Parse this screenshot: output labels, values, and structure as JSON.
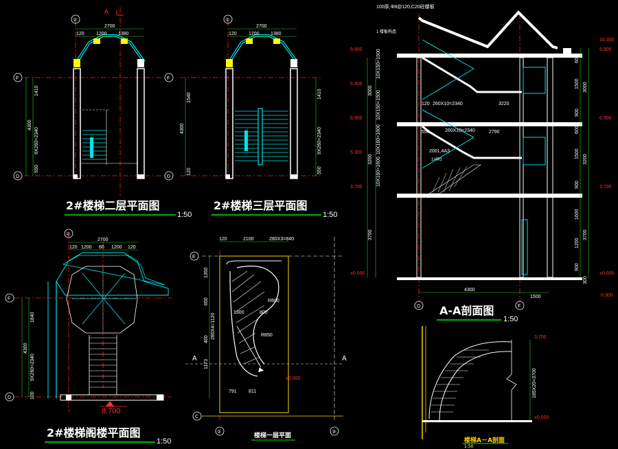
{
  "colors": {
    "background": "#000000",
    "wall": "#ffffff",
    "stair": "#00e5e5",
    "axis": "#ff2020",
    "dim": "#20d020",
    "hatch": "#ffd400",
    "level": "#ff3030",
    "underline": "#00a000"
  },
  "plans": {
    "p2": {
      "title": "2#楼梯二层平面图",
      "scale": "1:50",
      "axis_top": "②",
      "axis_F": "F",
      "axis_D": "D",
      "section": "A",
      "dims_top": [
        "2700",
        "120",
        "1200",
        "1380"
      ],
      "dims_left": [
        "1410",
        "4300",
        "9X260=2340",
        "550"
      ]
    },
    "p3": {
      "title": "2#楼梯三层平面图",
      "scale": "1:50",
      "axis_top": "②",
      "axis_F": "F",
      "axis_D": "D",
      "dims_top": [
        "2700",
        "120",
        "1200",
        "1380"
      ],
      "dims_left": [
        "1540",
        "4300",
        "120"
      ],
      "dims_right": [
        "1410",
        "9X260=2340",
        "550"
      ]
    },
    "attic": {
      "title": "2#楼梯阁楼平面图",
      "scale": "1:50",
      "axis_top": "②",
      "axis_F": "F",
      "axis_D": "D",
      "level": "8.700",
      "dims_top": [
        "2700",
        "120",
        "1200",
        "60",
        "1200",
        "120"
      ],
      "dims_left": [
        "1840",
        "4300",
        "9X260=2340",
        "100"
      ]
    },
    "first": {
      "title": "楼梯一层平面",
      "axis_E": "E",
      "axis_C": "C",
      "axis_2": "②",
      "axis_3": "③",
      "section": "A",
      "level": "±0.000",
      "dims_top": [
        "120",
        "2100",
        "280X3=840"
      ],
      "dims_left": [
        "1350",
        "650",
        "460",
        "280X4=1120",
        "1173"
      ],
      "dims_inner": [
        "1300",
        "800",
        "791",
        "811",
        "R800",
        "R850"
      ]
    }
  },
  "section_aa": {
    "title": "A-A剖面图",
    "scale": "1:50",
    "axis_D": "D",
    "axis_F": "F",
    "note": "100厚,Φ8@120,C20砼楼板",
    "note2": "1 楼板构造",
    "levels_left": [
      "9.900",
      "8.400",
      "6.900",
      "5.300",
      "3.700",
      "±0.000"
    ],
    "levels_right": [
      "10.300",
      "9.900",
      "6.900",
      "3.700",
      "±0.000",
      "-0.300"
    ],
    "dims_left": [
      "10X150=1500",
      "3000",
      "10X150=1500",
      "10X160=1600",
      "3200",
      "10X160=1600",
      "3700"
    ],
    "dims_right": [
      "600",
      "1500",
      "3000",
      "900",
      "600",
      "1500",
      "3200",
      "900",
      "1600",
      "3700",
      "1200",
      "900",
      "300"
    ],
    "dims_inner": [
      "3220",
      "2790",
      "260X10=2340",
      "260X10=2340",
      "120",
      "550"
    ],
    "dims_bottom": [
      "4300",
      "1500"
    ],
    "label_beam": "2001,4A3",
    "label_beam2": "1/4R1"
  },
  "detail": {
    "title": "楼梯A－A剖面",
    "scale": "1:50",
    "level_top": "3.700",
    "level_bottom": "±0.000",
    "dim": "185X20=3700"
  }
}
